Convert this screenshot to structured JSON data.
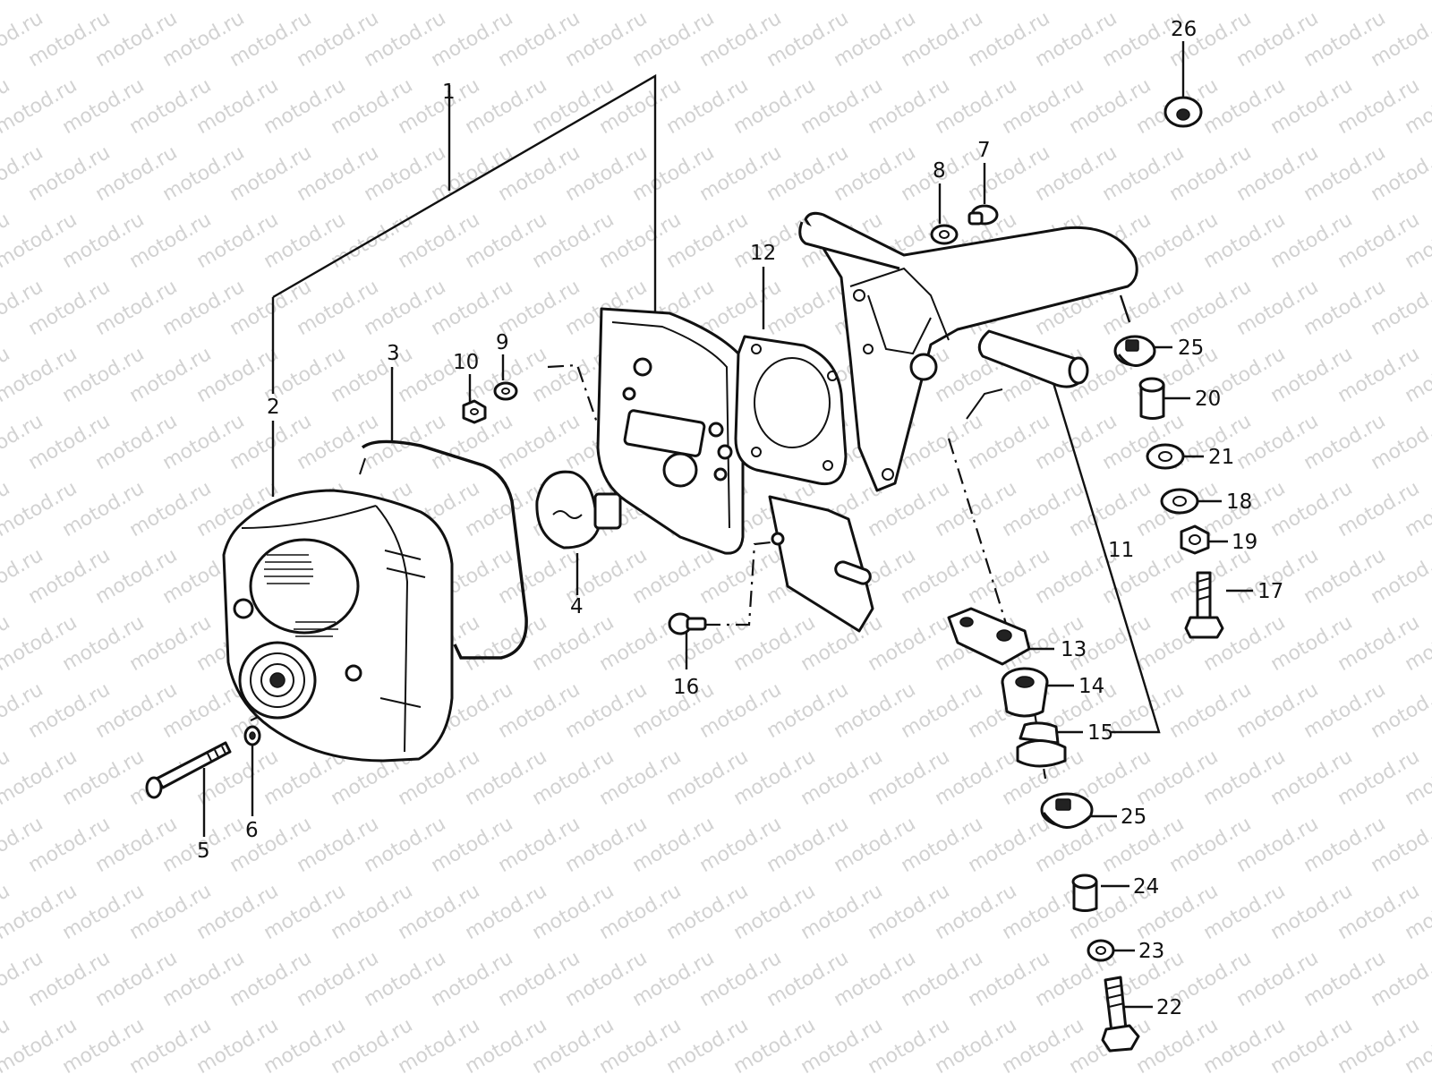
{
  "watermark": {
    "text": "motod.ru"
  },
  "diagram": {
    "callouts": {
      "c1": "1",
      "c2": "2",
      "c3": "3",
      "c4": "4",
      "c5": "5",
      "c6": "6",
      "c7": "7",
      "c8": "8",
      "c9": "9",
      "c10": "10",
      "c11": "11",
      "c12": "12",
      "c13": "13",
      "c14": "14",
      "c15": "15",
      "c16": "16",
      "c17": "17",
      "c18": "18",
      "c19": "19",
      "c20": "20",
      "c21": "21",
      "c22": "22",
      "c23": "23",
      "c24": "24",
      "c25a": "25",
      "c25b": "25",
      "c26": "26"
    }
  }
}
